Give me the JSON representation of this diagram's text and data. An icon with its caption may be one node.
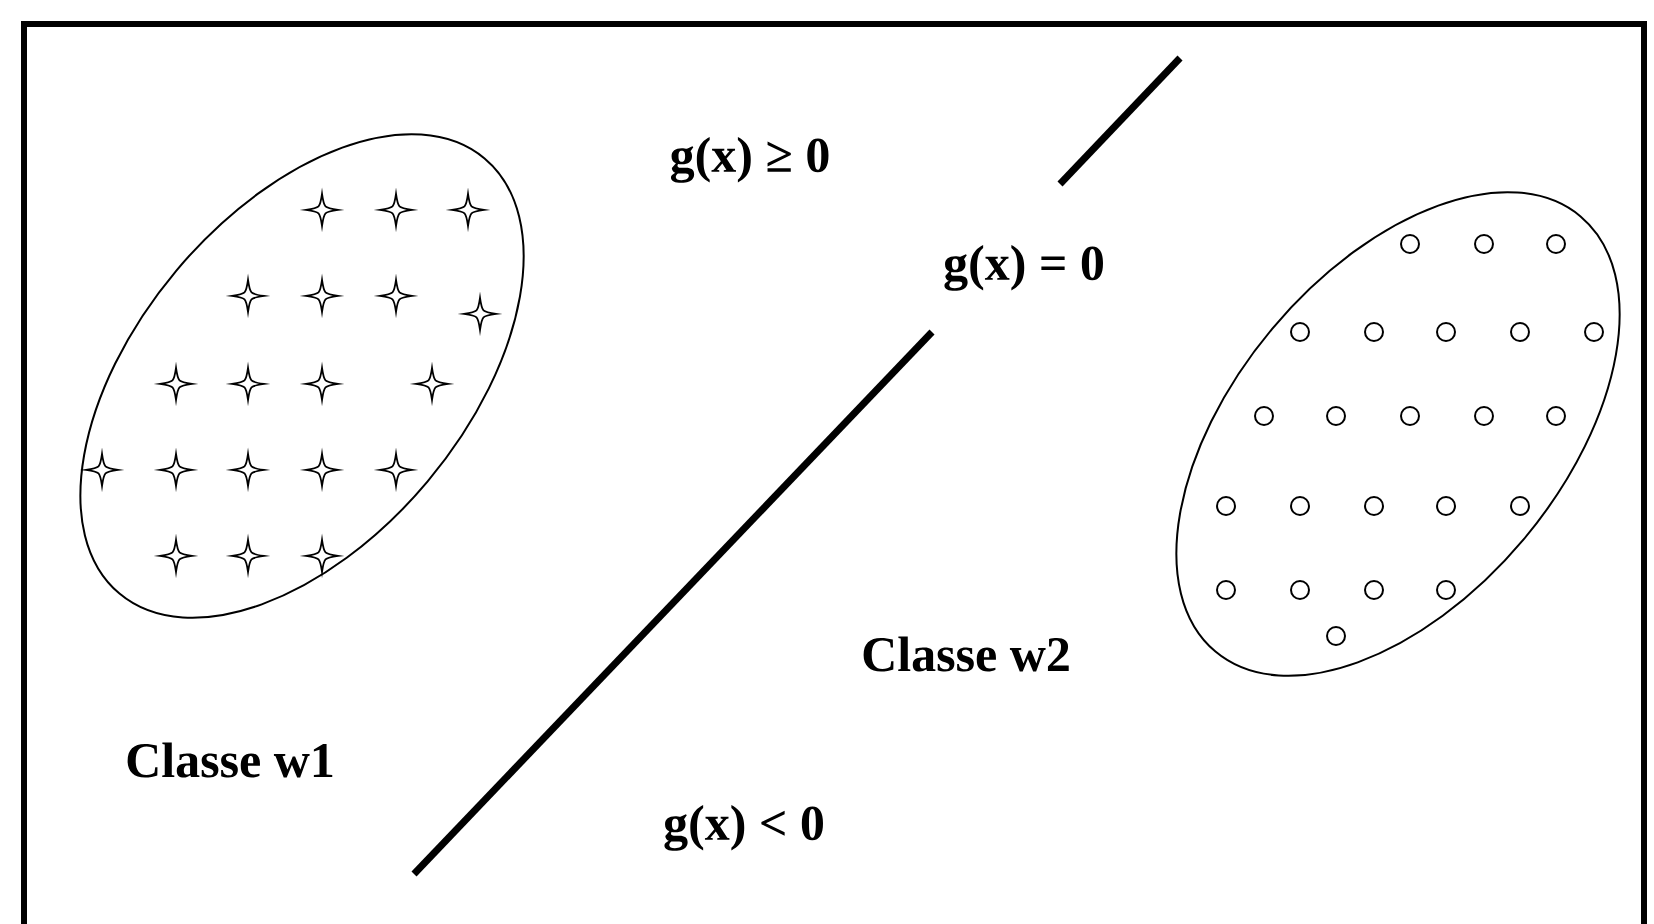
{
  "diagram": {
    "labels": [
      "g(x) ≥ 0",
      "g(x) = 0",
      "Classe w2",
      "Classe w1",
      "g(x) < 0"
    ]
  }
}
